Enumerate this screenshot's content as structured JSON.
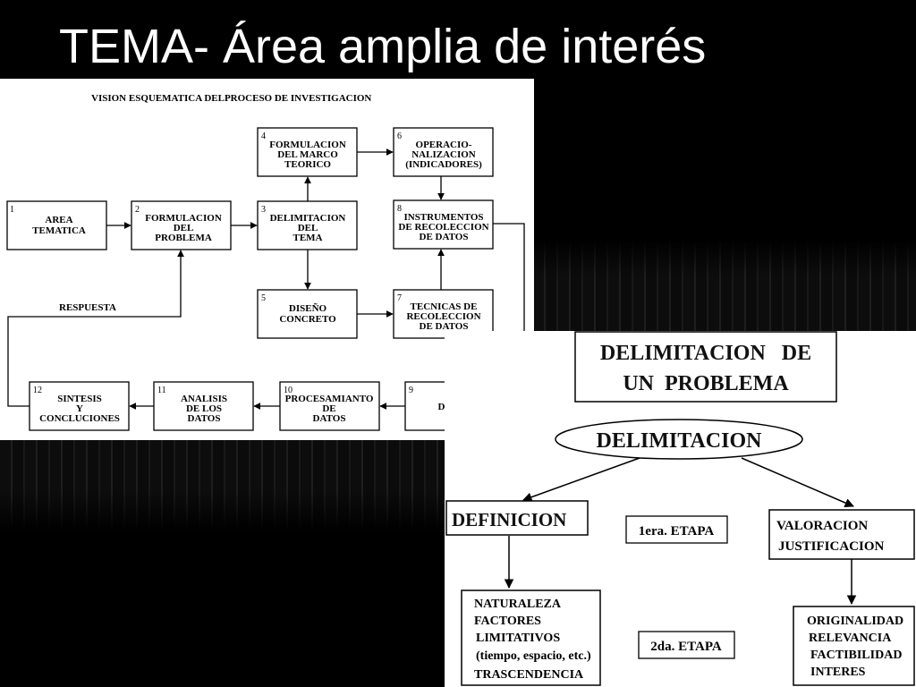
{
  "slide": {
    "title": "TEMA- Área amplia de interés"
  },
  "process_diagram": {
    "header": "VISION ESQUEMATICA DELPROCESO DE INVESTIGACION",
    "boxes": [
      {
        "num": "1",
        "lines": [
          "AREA",
          "TEMATICA"
        ]
      },
      {
        "num": "2",
        "lines": [
          "FORMULACION",
          "DEL",
          "PROBLEMA"
        ]
      },
      {
        "num": "3",
        "lines": [
          "DELIMITACION",
          "DEL",
          "TEMA"
        ]
      },
      {
        "num": "4",
        "lines": [
          "FORMULACION",
          "DEL MARCO",
          "TEORICO"
        ]
      },
      {
        "num": "5",
        "lines": [
          "DISEÑO",
          "CONCRETO"
        ]
      },
      {
        "num": "6",
        "lines": [
          "OPERACIO-",
          "NALIZACION",
          "(INDICADORES)"
        ]
      },
      {
        "num": "7",
        "lines": [
          "TECNICAS DE",
          "RECOLECCION",
          "DE DATOS"
        ]
      },
      {
        "num": "8",
        "lines": [
          "INSTRUMENTOS",
          "DE RECOLECCION",
          "DE DATOS"
        ]
      },
      {
        "num": "9",
        "lines": [
          "DATOS"
        ]
      },
      {
        "num": "10",
        "lines": [
          "PROCESAMIANTO",
          "DE",
          "DATOS"
        ]
      },
      {
        "num": "11",
        "lines": [
          "ANALISIS",
          "DE LOS",
          "DATOS"
        ]
      },
      {
        "num": "12",
        "lines": [
          "SINTESIS",
          "Y",
          "CONCLUCIONES"
        ]
      }
    ],
    "feedback_label": "RESPUESTA"
  },
  "delimitation_diagram": {
    "title_lines": [
      "DELIMITACION   DE",
      "UN  PROBLEMA"
    ],
    "center_label": "DELIMITACION",
    "definicion": "DEFINICION",
    "stage1": "1era. ETAPA",
    "stage2": "2da. ETAPA",
    "valoracion_lines": [
      "VALORACION",
      "JUSTIFICACION"
    ],
    "definicion_items": [
      "NATURALEZA",
      "FACTORES",
      "LIMITATIVOS",
      "(tiempo, espacio, etc.)",
      "TRASCENDENCIA"
    ],
    "valoracion_items": [
      "ORIGINALIDAD",
      "RELEVANCIA",
      "FACTIBILIDAD",
      "INTERES"
    ]
  }
}
